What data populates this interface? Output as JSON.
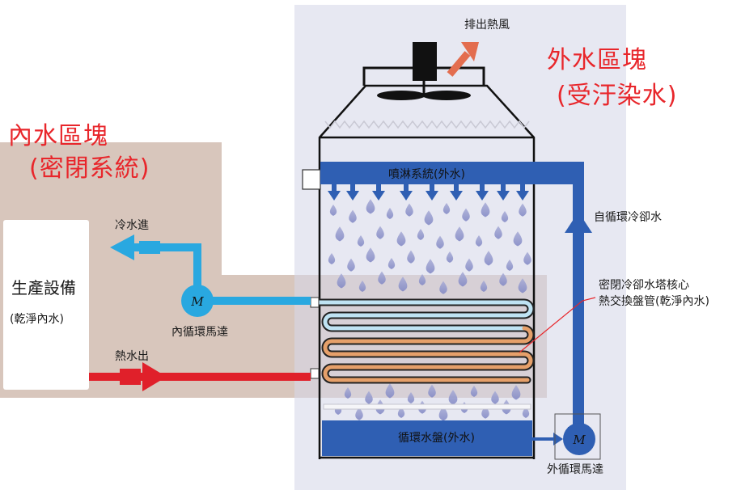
{
  "regions": {
    "inner_title_line1": "內水區塊",
    "inner_title_line2": "(密閉系統)",
    "outer_title_line1": "外水區塊",
    "outer_title_line2": "(受汙染水)"
  },
  "equipment": {
    "title": "生產設備",
    "subtitle": "(乾淨內水)"
  },
  "labels": {
    "exhaust": "排出熱風",
    "spray_system": "噴淋系統(外水)",
    "self_circulation": "自循環冷卻水",
    "coil_line1": "密閉冷卻水塔核心",
    "coil_line2": "熱交換盤管(乾淨內水)",
    "basin": "循環水盤(外水)",
    "outer_motor": "外循環馬達",
    "inner_motor": "內循環馬達",
    "cold_in": "冷水進",
    "hot_out": "熱水出",
    "motor_symbol": "M"
  },
  "colors": {
    "inner_red": "#e8262b",
    "cold_blue": "#29a8e0",
    "outer_blue": "#2f5fb3",
    "hot_red": "#e0202a",
    "coil_orange": "#e08a3c",
    "inner_zone": "#d9c7bd",
    "tower_bg": "#e6e8f2"
  }
}
